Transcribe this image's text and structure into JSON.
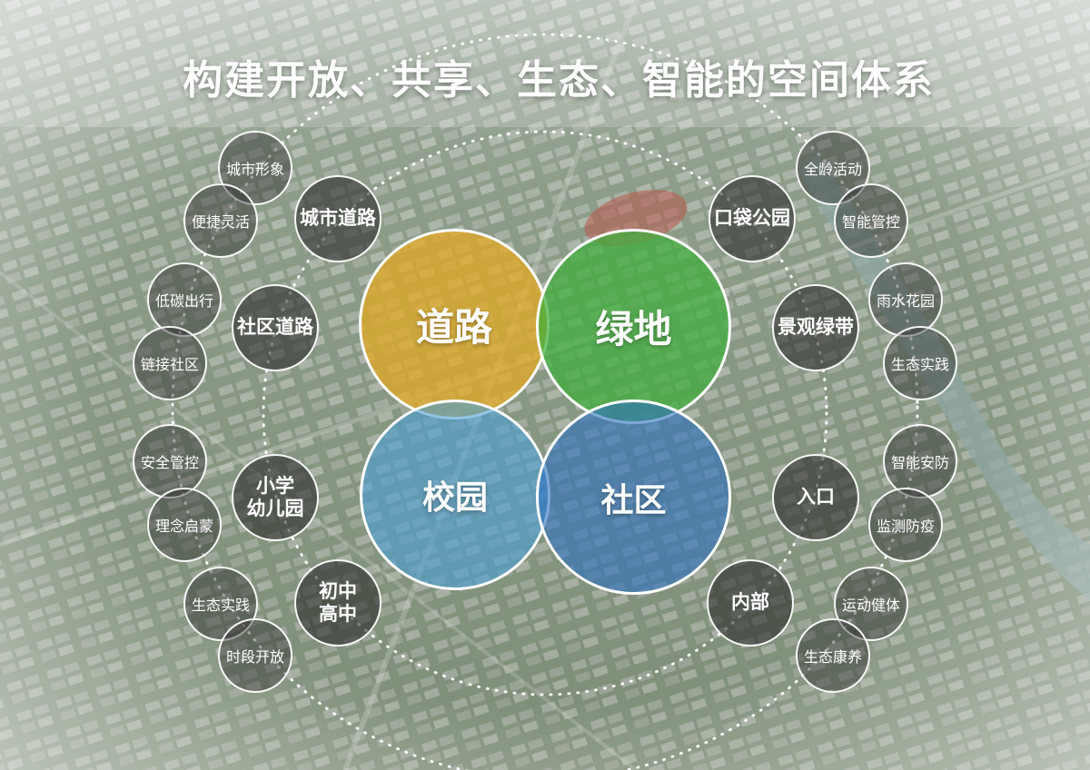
{
  "title": "构建开放、共享、生态、智能的空间体系",
  "venn": {
    "road": "道路",
    "green": "绿地",
    "campus": "校园",
    "community": "社区"
  },
  "venn_colors": {
    "road": "#e6a91e",
    "green": "#3fae3a",
    "campus": "#4a9fd6",
    "community": "#2c6fc0"
  },
  "mid_nodes": {
    "city_road": "城市道路",
    "community_road": "社区道路",
    "primary_kindergarten": "小学\n幼儿园",
    "junior_senior": "初中\n高中",
    "pocket_park": "口袋公园",
    "landscape_belt": "景观绿带",
    "entrance": "入口",
    "interior": "内部"
  },
  "outer_nodes": {
    "city_image": "城市形象",
    "convenient_flexible": "便捷灵活",
    "low_carbon_travel": "低碳出行",
    "link_community": "链接社区",
    "safety_control": "安全管控",
    "concept_enlighten": "理念启蒙",
    "eco_practice_left": "生态实践",
    "time_open": "时段开放",
    "all_age_activity": "全龄活动",
    "smart_control": "智能管控",
    "rain_garden": "雨水花园",
    "eco_practice_right": "生态实践",
    "smart_security": "智能安防",
    "monitor_epidemic": "监测防疫",
    "sports_fitness": "运动健体",
    "eco_wellness": "生态康养"
  }
}
